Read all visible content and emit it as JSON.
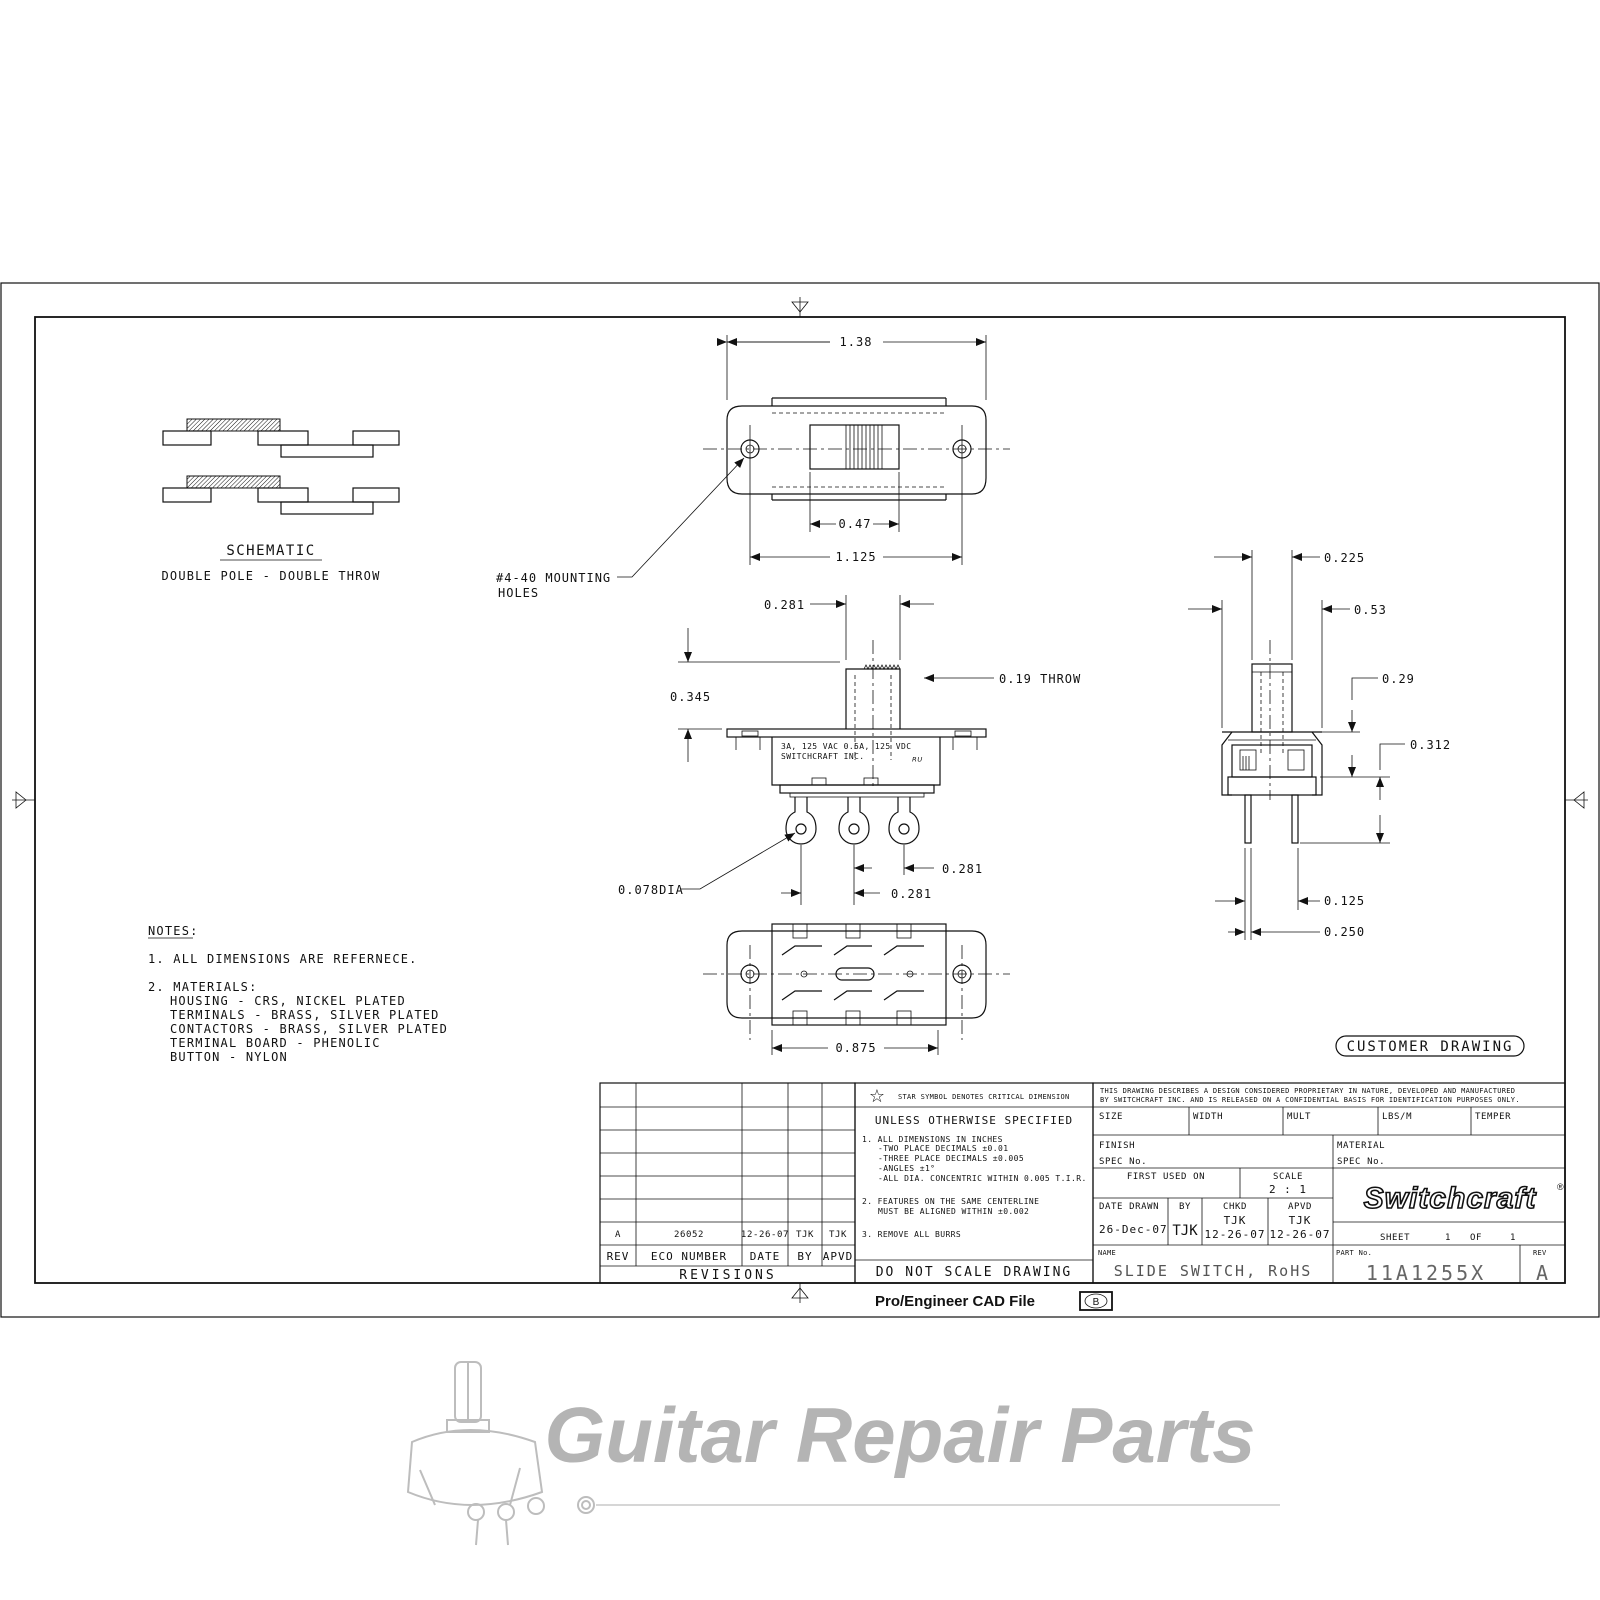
{
  "drawing": {
    "top_view": {
      "dim_overall": "1.38",
      "dim_knob": "0.47",
      "dim_holes": "1.125"
    },
    "mounting_label": [
      "#4-40 MOUNTING",
      "HOLES"
    ],
    "schematic": {
      "title": "SCHEMATIC",
      "subtitle": "DOUBLE POLE - DOUBLE THROW"
    },
    "side_view": {
      "dim_281": "0.281",
      "dim_345": "0.345",
      "throw": "0.19 THROW",
      "rating_line1": "3A, 125 VAC 0.5A, 125 VDC",
      "rating_line2": "SWITCHCRAFT INC.",
      "hole_dia": "0.078DIA",
      "dim_281_b": "0.281",
      "dim_281_c": "0.281"
    },
    "end_view": {
      "dim_225": "0.225",
      "dim_53": "0.53",
      "dim_29": "0.29",
      "dim_312": "0.312",
      "dim_125": "0.125",
      "dim_250": "0.250"
    },
    "bottom_view": {
      "dim_875": "0.875"
    },
    "notes": {
      "heading": "NOTES:",
      "line1": "1. ALL DIMENSIONS ARE REFERNECE.",
      "line2": "2. MATERIALS:",
      "materials": [
        "HOUSING - CRS, NICKEL PLATED",
        "TERMINALS - BRASS, SILVER PLATED",
        "CONTACTORS - BRASS, SILVER PLATED",
        "TERMINAL BOARD - PHENOLIC",
        "BUTTON - NYLON"
      ]
    },
    "customer_drawing": "CUSTOMER DRAWING"
  },
  "title_block": {
    "revisions": {
      "row": {
        "rev": "A",
        "eco": "26052",
        "date": "12-26-07",
        "by": "TJK",
        "apvd": "TJK"
      },
      "headers": {
        "rev": "REV",
        "eco": "ECO NUMBER",
        "date": "DATE",
        "by": "BY",
        "apvd": "APVD"
      },
      "title": "REVISIONS"
    },
    "star_note": "STAR SYMBOL DENOTES CRITICAL DIMENSION",
    "unless": "UNLESS OTHERWISE SPECIFIED",
    "tolerances": [
      "1. ALL DIMENSIONS IN INCHES",
      "-TWO PLACE DECIMALS    ±0.01",
      "-THREE PLACE DECIMALS   ±0.005",
      "-ANGLES                ±1°",
      "-ALL DIA. CONCENTRIC WITHIN 0.005 T.I.R.",
      "2. FEATURES ON THE SAME CENTERLINE",
      "MUST BE ALIGNED WITHIN ±0.002",
      "3. REMOVE ALL BURRS"
    ],
    "do_not_scale": "DO NOT SCALE DRAWING",
    "proprietary": [
      "THIS DRAWING DESCRIBES A DESIGN CONSIDERED PROPRIETARY IN NATURE, DEVELOPED AND MANUFACTURED",
      "BY SWITCHCRAFT INC. AND IS RELEASED ON A CONFIDENTIAL BASIS FOR IDENTIFICATION PURPOSES ONLY."
    ],
    "fields": {
      "size": "SIZE",
      "width": "WIDTH",
      "mult": "MULT",
      "lbs": "LBS/M",
      "temper": "TEMPER",
      "finish": "FINISH",
      "spec": "SPEC No.",
      "material": "MATERIAL",
      "spec2": "SPEC No.",
      "first_used": "FIRST USED ON",
      "scale_label": "SCALE",
      "scale": "2 : 1",
      "date_drawn_label": "DATE DRAWN",
      "date_drawn": "26-Dec-07",
      "by_label": "BY",
      "by": "TJK",
      "chkd_label": "CHKD",
      "chkd": "TJK",
      "chkd_date": "12-26-07",
      "apvd_label": "APVD",
      "apvd": "TJK",
      "apvd_date": "12-26-07",
      "sheet_label": "SHEET",
      "sheet": "1",
      "of_label": "OF",
      "of": "1",
      "name_label": "NAME",
      "name": "SLIDE SWITCH, RoHS",
      "part_label": "PART No.",
      "part": "11A1255X",
      "rev_label": "REV",
      "rev": "A"
    },
    "brand": "Switchcraft",
    "cad_file": "Pro/Engineer CAD File",
    "sheet_size": "B"
  },
  "watermark": {
    "brand": "Guitar Repair Parts"
  }
}
